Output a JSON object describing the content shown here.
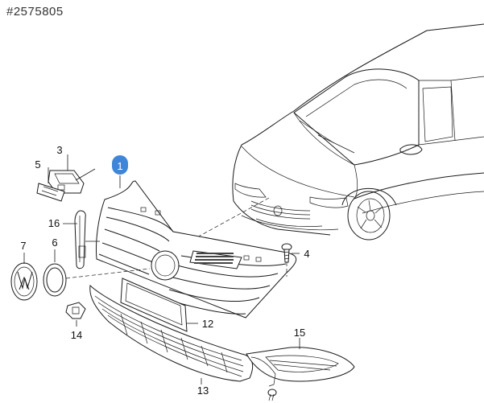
{
  "diagram": {
    "part_number": "#2575805",
    "callouts": [
      {
        "id": "1",
        "label": "1",
        "highlighted": true
      },
      {
        "id": "3",
        "label": "3"
      },
      {
        "id": "4",
        "label": "4"
      },
      {
        "id": "5",
        "label": "5"
      },
      {
        "id": "6",
        "label": "6"
      },
      {
        "id": "7",
        "label": "7"
      },
      {
        "id": "12",
        "label": "12"
      },
      {
        "id": "13",
        "label": "13"
      },
      {
        "id": "14",
        "label": "14"
      },
      {
        "id": "15",
        "label": "15"
      },
      {
        "id": "16",
        "label": "16"
      }
    ],
    "colors": {
      "highlight": "#3f86d8",
      "line": "#1a1a1a",
      "background": "#ffffff"
    }
  }
}
